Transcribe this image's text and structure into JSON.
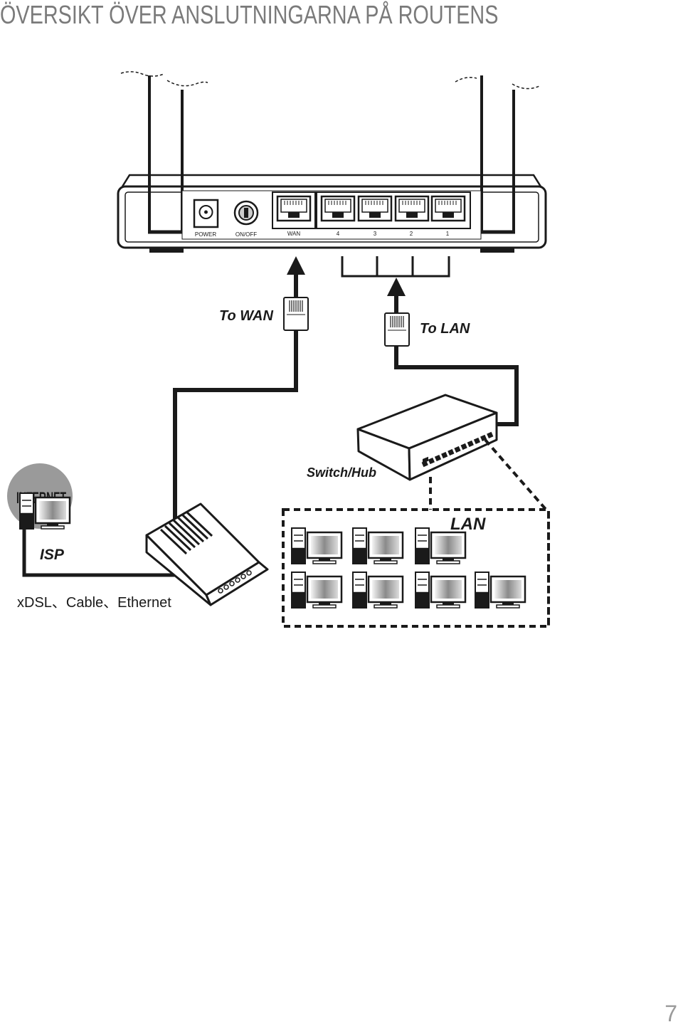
{
  "page": {
    "title": "ÖVERSIKT ÖVER ANSLUTNINGARNA PÅ ROUTENS",
    "page_number": "7"
  },
  "router": {
    "port_labels": {
      "power": "POWER",
      "onoff": "ON/OFF",
      "wan": "WAN",
      "lan4": "4",
      "lan3": "3",
      "lan2": "2",
      "lan1": "1"
    }
  },
  "labels": {
    "to_wan": "To WAN",
    "to_lan": "To LAN",
    "switch_hub": "Switch/Hub",
    "lan": "LAN",
    "internet": "INTERNET",
    "isp": "ISP",
    "modem_types": "xDSL、Cable、Ethernet"
  },
  "colors": {
    "line": "#1a1a1a",
    "title_text": "#7a7a7a",
    "internet_circle": "#9a9a9a"
  }
}
